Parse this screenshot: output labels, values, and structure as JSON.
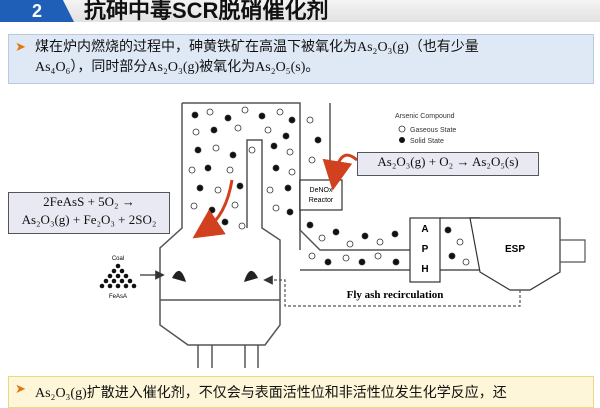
{
  "title": {
    "number": "2",
    "text": "抗砷中毒SCR脱硝催化剂"
  },
  "bullet_top": {
    "line1": "煤在炉内燃烧的过程中，砷黄铁矿在高温下被氧化为As₂O₃(g)（也有少量",
    "line2": "As₄O₆），同时部分As₂O₃(g)被氧化为As₂O₅(s)。"
  },
  "equation_left": {
    "line1": "2FeAsS + 5O₂ →",
    "line2": "As₂O₃(g) + Fe₂O₃ + 2SO₂"
  },
  "equation_right": {
    "text": "As₂O₃(g) + O₂ → As₂O₅(s)"
  },
  "legend": {
    "title": "Arsenic Compound",
    "gaseous": "Gaseous State",
    "solid": "Solid State"
  },
  "labels": {
    "denox_line1": "DeNOx",
    "denox_line2": "Reactor",
    "aph_a": "A",
    "aph_p": "P",
    "aph_h": "H",
    "esp": "ESP",
    "coal": "Coal",
    "feas": "FeAsA",
    "fly_ash": "Fly ash recirculation"
  },
  "bullet_bottom": {
    "text": "As₂O₃(g)扩散进入催化剂，不仅会与表面活性位和非活性位发生化学反应，还"
  },
  "colors": {
    "title_accent": "#1f5fb8",
    "bullet_bg": "#dfe8f5",
    "bottom_bg": "#fdf6d8",
    "flow_arrow": "#d2411f"
  }
}
